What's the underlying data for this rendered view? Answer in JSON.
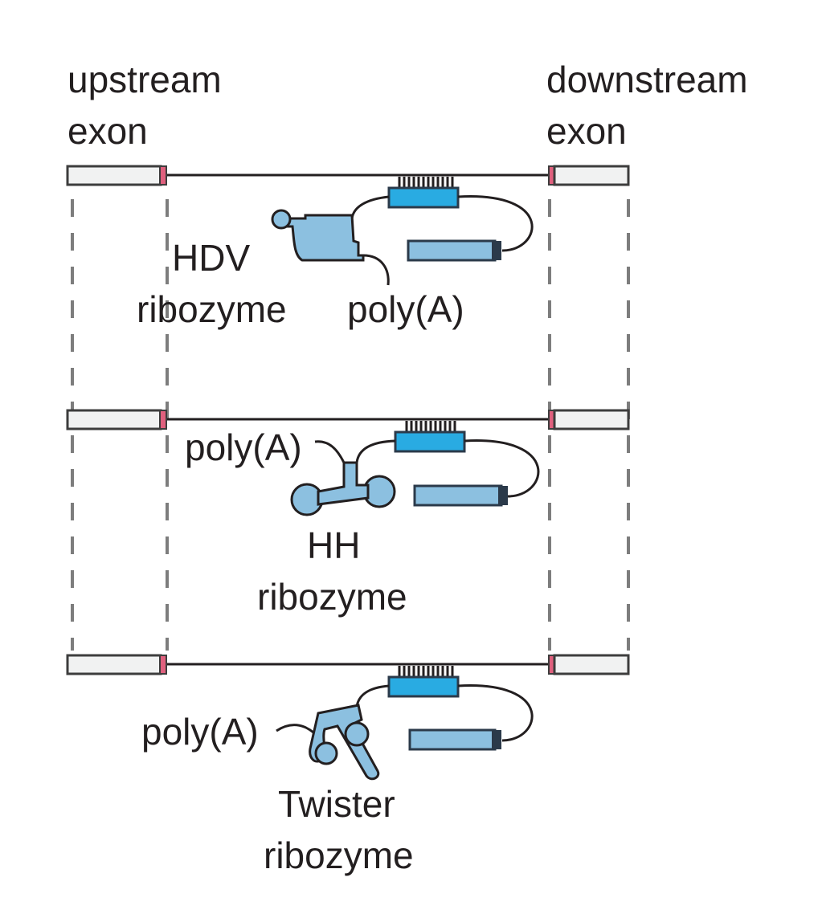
{
  "labels": {
    "upstream_line1": "upstream",
    "upstream_line2": "exon",
    "downstream_line1": "downstream",
    "downstream_line2": "exon",
    "row1_ribozyme_line1": "HDV",
    "row1_ribozyme_line2": "ribozyme",
    "row1_polya": "poly(A)",
    "row2_polya": "poly(A)",
    "row2_ribozyme_line1": "HH",
    "row2_ribozyme_line2": "ribozyme",
    "row3_polya": "poly(A)",
    "row3_ribozyme_line1": "Twister",
    "row3_ribozyme_line2": "ribozyme"
  },
  "colors": {
    "line": "#231f20",
    "exon_fill": "#f1f2f2",
    "exon_stroke": "#3d3d3d",
    "splice_site": "#e0607e",
    "dash": "#7d7d7d",
    "bright_blue": "#29abe2",
    "light_blue": "#8cc0e0",
    "dark_cap": "#2b3a4a"
  }
}
